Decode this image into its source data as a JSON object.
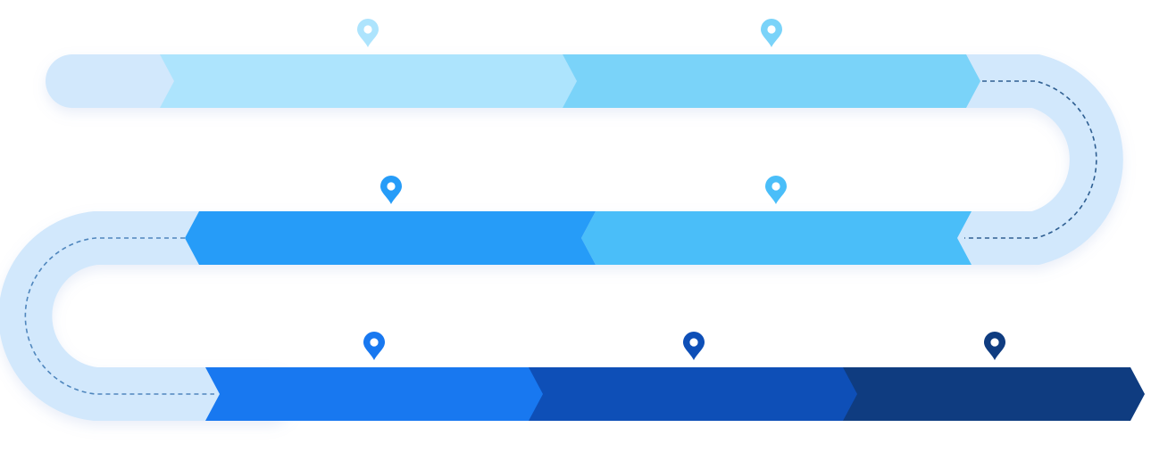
{
  "diagram": {
    "colors": {
      "track": "#d2e8fc",
      "dash_lane_1": "#2f5f92",
      "dash_lane_2": "#5a93c4",
      "dash_lane_3": "#4f86bd",
      "pin_hole": "#ffffff"
    },
    "lanes": [
      {
        "direction": "right",
        "segments": [
          {
            "color": "#ade4fd"
          },
          {
            "color": "#7ad3f9"
          }
        ]
      },
      {
        "direction": "left",
        "segments": [
          {
            "color": "#4abef9"
          },
          {
            "color": "#269cf8"
          }
        ]
      },
      {
        "direction": "right",
        "segments": [
          {
            "color": "#1878f0"
          },
          {
            "color": "#0e4fb7"
          },
          {
            "color": "#0f3c80"
          }
        ]
      }
    ],
    "pin_icon": "map-pin-icon"
  }
}
